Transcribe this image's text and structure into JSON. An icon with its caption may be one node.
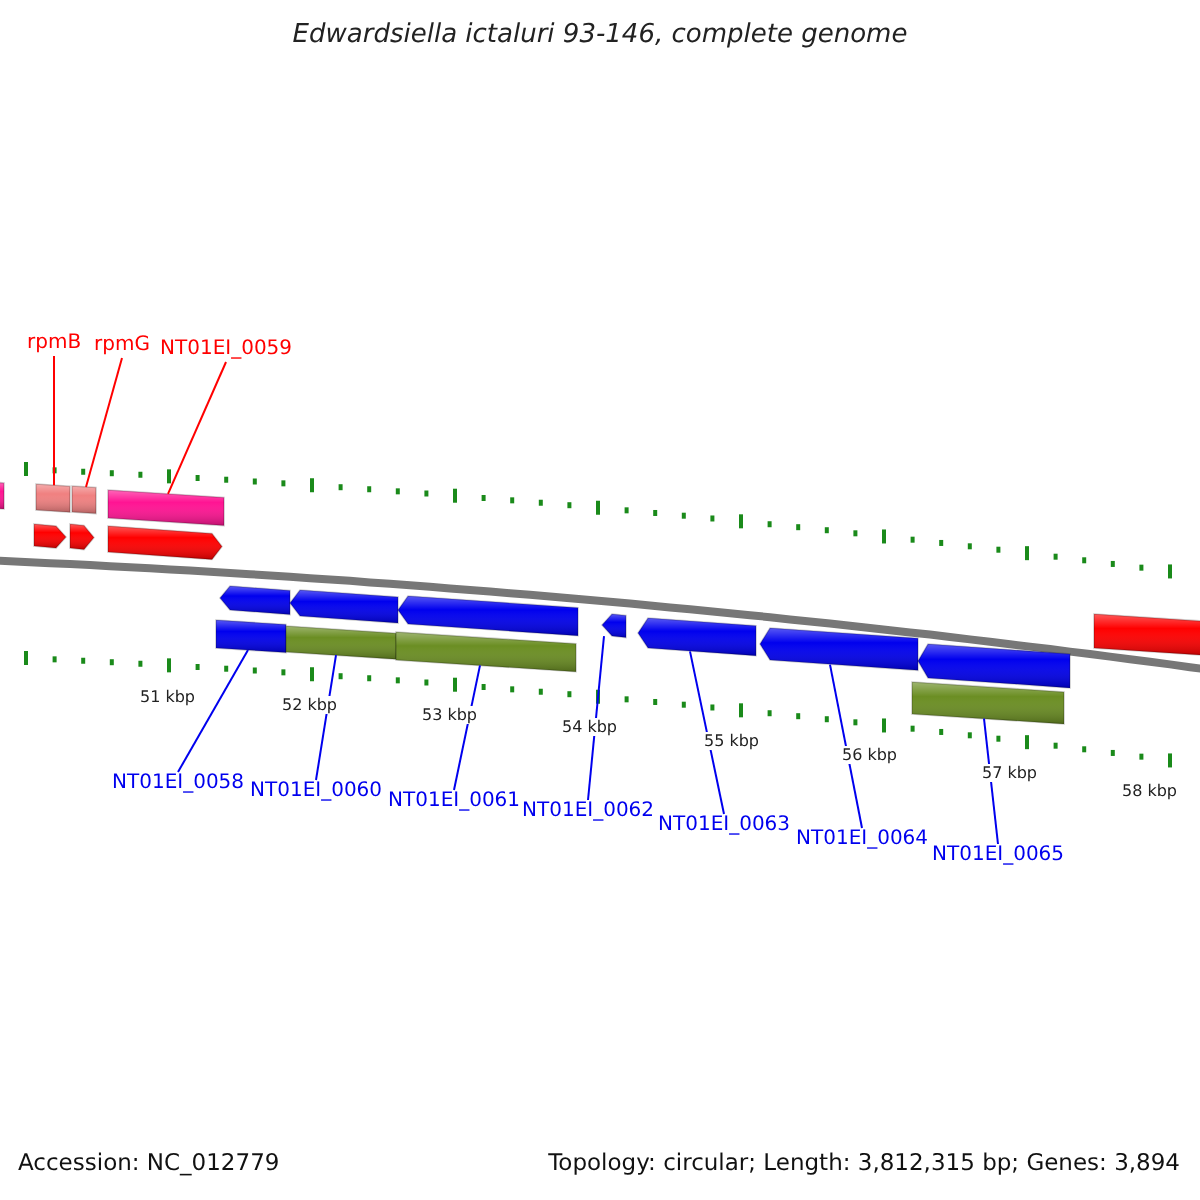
{
  "diagram": {
    "title": "Edwardsiella ictaluri 93-146, complete genome",
    "nodes": [
      {
        "text": [
          "rpmB"
        ]
      },
      {
        "text": [
          "rpmG"
        ]
      },
      {
        "text": [
          "NT01EI_0059"
        ]
      },
      {
        "text": [
          "NT01EI_0058"
        ]
      },
      {
        "text": [
          "NT01EI_0060"
        ]
      },
      {
        "text": [
          "NT01EI_0061"
        ]
      },
      {
        "text": [
          "NT01EI_0062"
        ]
      },
      {
        "text": [
          "NT01EI_0063"
        ]
      },
      {
        "text": [
          "NT01EI_0064"
        ]
      },
      {
        "text": [
          "NT01EI_0065"
        ]
      },
      {
        "text": [],
        "shape": "bar"
      },
      {
        "text": [],
        "shape": "bar"
      },
      {
        "text": [],
        "shape": "bar"
      },
      {
        "text": [],
        "shape": "bar"
      },
      {
        "text": [],
        "shape": "arrow"
      },
      {
        "text": [],
        "shape": "arrow"
      },
      {
        "text": [],
        "shape": "arrow"
      },
      {
        "text": [],
        "shape": "bar"
      },
      {
        "text": [],
        "shape": "arrow"
      },
      {
        "text": [],
        "shape": "arrow"
      },
      {
        "text": [],
        "shape": "arrow"
      },
      {
        "text": [],
        "shape": "bar"
      },
      {
        "text": [],
        "shape": "bar"
      },
      {
        "text": [],
        "shape": "bar"
      },
      {
        "text": [],
        "shape": "arrow"
      },
      {
        "text": [],
        "shape": "arrow"
      },
      {
        "text": [],
        "shape": "arrow"
      },
      {
        "text": [],
        "shape": "arrow"
      },
      {
        "text": [],
        "shape": "bar"
      }
    ],
    "edges": [
      {
        "from": 0,
        "to": 11,
        "arrow": "none",
        "color": "#ff0000"
      },
      {
        "from": 1,
        "to": 12,
        "arrow": "none",
        "color": "#ff0000"
      },
      {
        "from": 2,
        "to": 13,
        "arrow": "none",
        "color": "#ff0000"
      },
      {
        "from": 3,
        "to": 21,
        "arrow": "none"
      },
      {
        "from": 4,
        "to": 22,
        "arrow": "none"
      },
      {
        "from": 5,
        "to": 23,
        "arrow": "none"
      },
      {
        "from": 6,
        "to": 24,
        "arrow": "none"
      },
      {
        "from": 7,
        "to": 25,
        "arrow": "none"
      },
      {
        "from": 8,
        "to": 26,
        "arrow": "none"
      },
      {
        "from": 9,
        "to": 28,
        "arrow": "none"
      }
    ],
    "labels": [
      "51 kbp",
      "52 kbp",
      "53 kbp",
      "54 kbp",
      "55 kbp",
      "56 kbp",
      "57 kbp",
      "58 kbp",
      "Accession: NC_012779",
      "Topology: circular; Length: 3,812,315 bp; Genes: 3,894"
    ]
  }
}
